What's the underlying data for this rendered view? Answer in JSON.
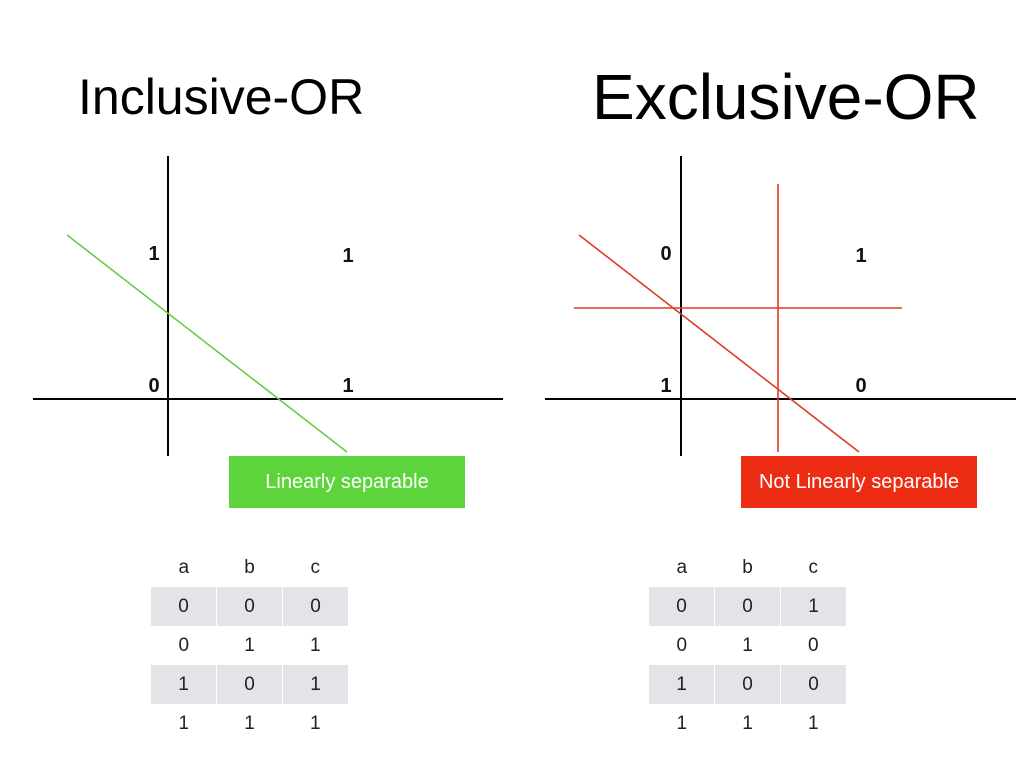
{
  "left": {
    "title": "Inclusive-OR",
    "points": [
      {
        "label": "1",
        "cell": "top-left"
      },
      {
        "label": "1",
        "cell": "top-right"
      },
      {
        "label": "0",
        "cell": "bottom-left"
      },
      {
        "label": "1",
        "cell": "bottom-right"
      }
    ],
    "separator_color": "#66cc44",
    "badge": {
      "text": "Linearly separable",
      "color": "#5dd43b"
    },
    "table": {
      "headers": [
        "a",
        "b",
        "c"
      ],
      "rows": [
        [
          "0",
          "0",
          "0"
        ],
        [
          "0",
          "1",
          "1"
        ],
        [
          "1",
          "0",
          "1"
        ],
        [
          "1",
          "1",
          "1"
        ]
      ]
    }
  },
  "right": {
    "title": "Exclusive-OR",
    "points": [
      {
        "label": "0",
        "cell": "top-left"
      },
      {
        "label": "1",
        "cell": "top-right"
      },
      {
        "label": "1",
        "cell": "bottom-left"
      },
      {
        "label": "0",
        "cell": "bottom-right"
      }
    ],
    "separator_color": "#e03a25",
    "badge": {
      "text": "Not Linearly separable",
      "color": "#ec2d14"
    },
    "table": {
      "headers": [
        "a",
        "b",
        "c"
      ],
      "rows": [
        [
          "0",
          "0",
          "1"
        ],
        [
          "0",
          "1",
          "0"
        ],
        [
          "1",
          "0",
          "0"
        ],
        [
          "1",
          "1",
          "1"
        ]
      ]
    }
  }
}
